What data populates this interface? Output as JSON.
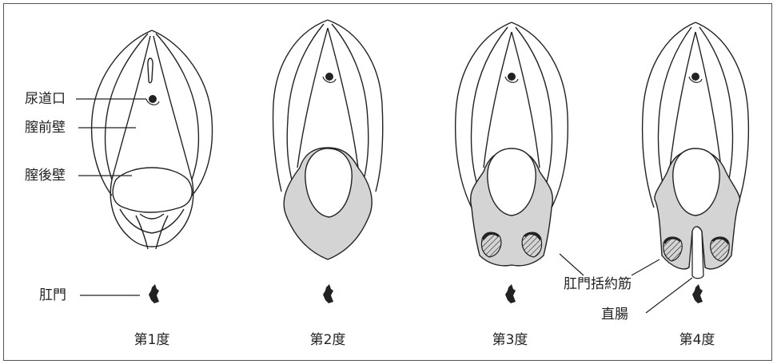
{
  "labels": {
    "urethral_opening": "尿道口",
    "anterior_vaginal_wall": "膣前壁",
    "posterior_vaginal_wall": "膣後壁",
    "anus": "肛門",
    "anal_sphincter": "肛門括約筋",
    "rectum": "直腸"
  },
  "captions": [
    "第1度",
    "第2度",
    "第3度",
    "第4度"
  ],
  "colors": {
    "line": "#222222",
    "tear_fill": "#d4d4d4",
    "frame": "#555555"
  }
}
